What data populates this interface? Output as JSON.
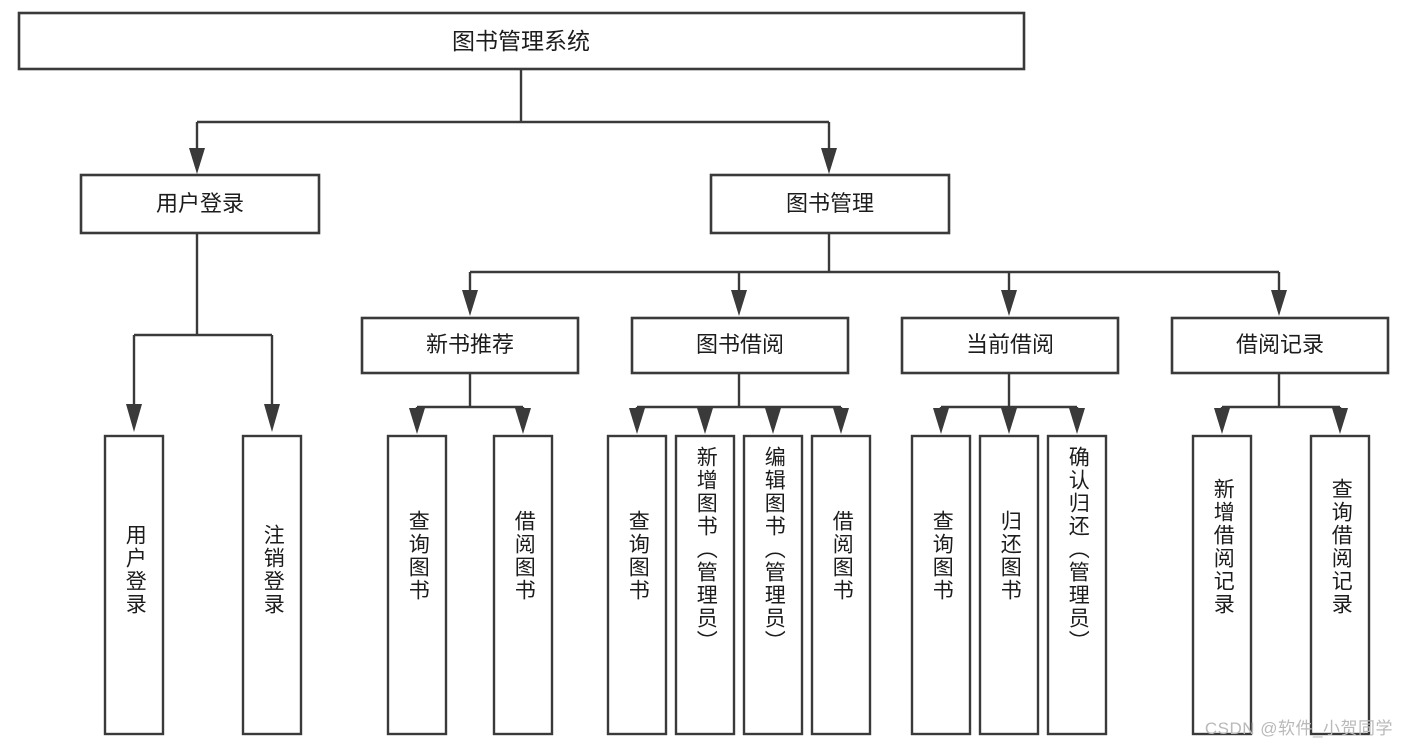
{
  "diagram": {
    "type": "tree-hierarchy",
    "root": {
      "id": "root",
      "label": "图书管理系统"
    },
    "level1": [
      {
        "id": "login",
        "label": "用户登录"
      },
      {
        "id": "bookmgmt",
        "label": "图书管理"
      }
    ],
    "level2": [
      {
        "id": "newbook",
        "label": "新书推荐",
        "parent": "bookmgmt"
      },
      {
        "id": "borrow",
        "label": "图书借阅",
        "parent": "bookmgmt"
      },
      {
        "id": "current",
        "label": "当前借阅",
        "parent": "bookmgmt"
      },
      {
        "id": "record",
        "label": "借阅记录",
        "parent": "bookmgmt"
      }
    ],
    "leaves": [
      {
        "id": "leaf-user-login",
        "label": "用户登录",
        "parent": "login"
      },
      {
        "id": "leaf-logout",
        "label": "注销登录",
        "parent": "login"
      },
      {
        "id": "leaf-query-book-1",
        "label": "查询图书",
        "parent": "newbook"
      },
      {
        "id": "leaf-borrow-book-1",
        "label": "借阅图书",
        "parent": "newbook"
      },
      {
        "id": "leaf-query-book-2",
        "label": "查询图书",
        "parent": "borrow"
      },
      {
        "id": "leaf-add-book",
        "label": "新增图书（管理员）",
        "parent": "borrow"
      },
      {
        "id": "leaf-edit-book",
        "label": "编辑图书（管理员）",
        "parent": "borrow"
      },
      {
        "id": "leaf-borrow-book-2",
        "label": "借阅图书",
        "parent": "borrow"
      },
      {
        "id": "leaf-query-book-3",
        "label": "查询图书",
        "parent": "current"
      },
      {
        "id": "leaf-return-book",
        "label": "归还图书",
        "parent": "current"
      },
      {
        "id": "leaf-confirm-return",
        "label": "确认归还（管理员）",
        "parent": "current"
      },
      {
        "id": "leaf-add-record",
        "label": "新增借阅记录",
        "parent": "record"
      },
      {
        "id": "leaf-query-record",
        "label": "查询借阅记录",
        "parent": "record"
      }
    ],
    "colors": {
      "stroke": "#3a3a3a",
      "fill": "#ffffff",
      "text": "#1c1c1c",
      "watermark": "#b9b9b9"
    }
  },
  "watermark": {
    "text": "CSDN @软件_小贺同学"
  }
}
